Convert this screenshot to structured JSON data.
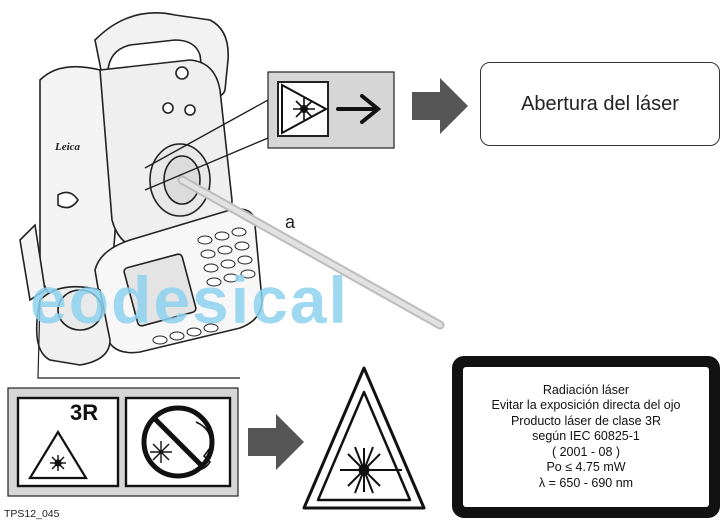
{
  "callout": {
    "text": "Abertura del láser"
  },
  "marker_a": "a",
  "watermark": "eodesical",
  "class_label": "3R",
  "warning_label": {
    "lines": [
      "Radiación láser",
      "Evitar la exposición directa del ojo",
      "Producto láser de clase 3R",
      "según IEC 60825-1",
      "( 2001 - 08 )",
      "Po ≤ 4.75 mW",
      "λ = 650 - 690 nm"
    ]
  },
  "figure_id": "TPS12_045",
  "colors": {
    "watermark": "#8fd3ef",
    "panel_gray": "#d6d6d6",
    "arrow_gray": "#555555"
  },
  "icons": [
    "laser-aperture-icon",
    "right-arrow-icon",
    "laser-warning-triangle-icon",
    "no-eye-exposure-icon"
  ]
}
